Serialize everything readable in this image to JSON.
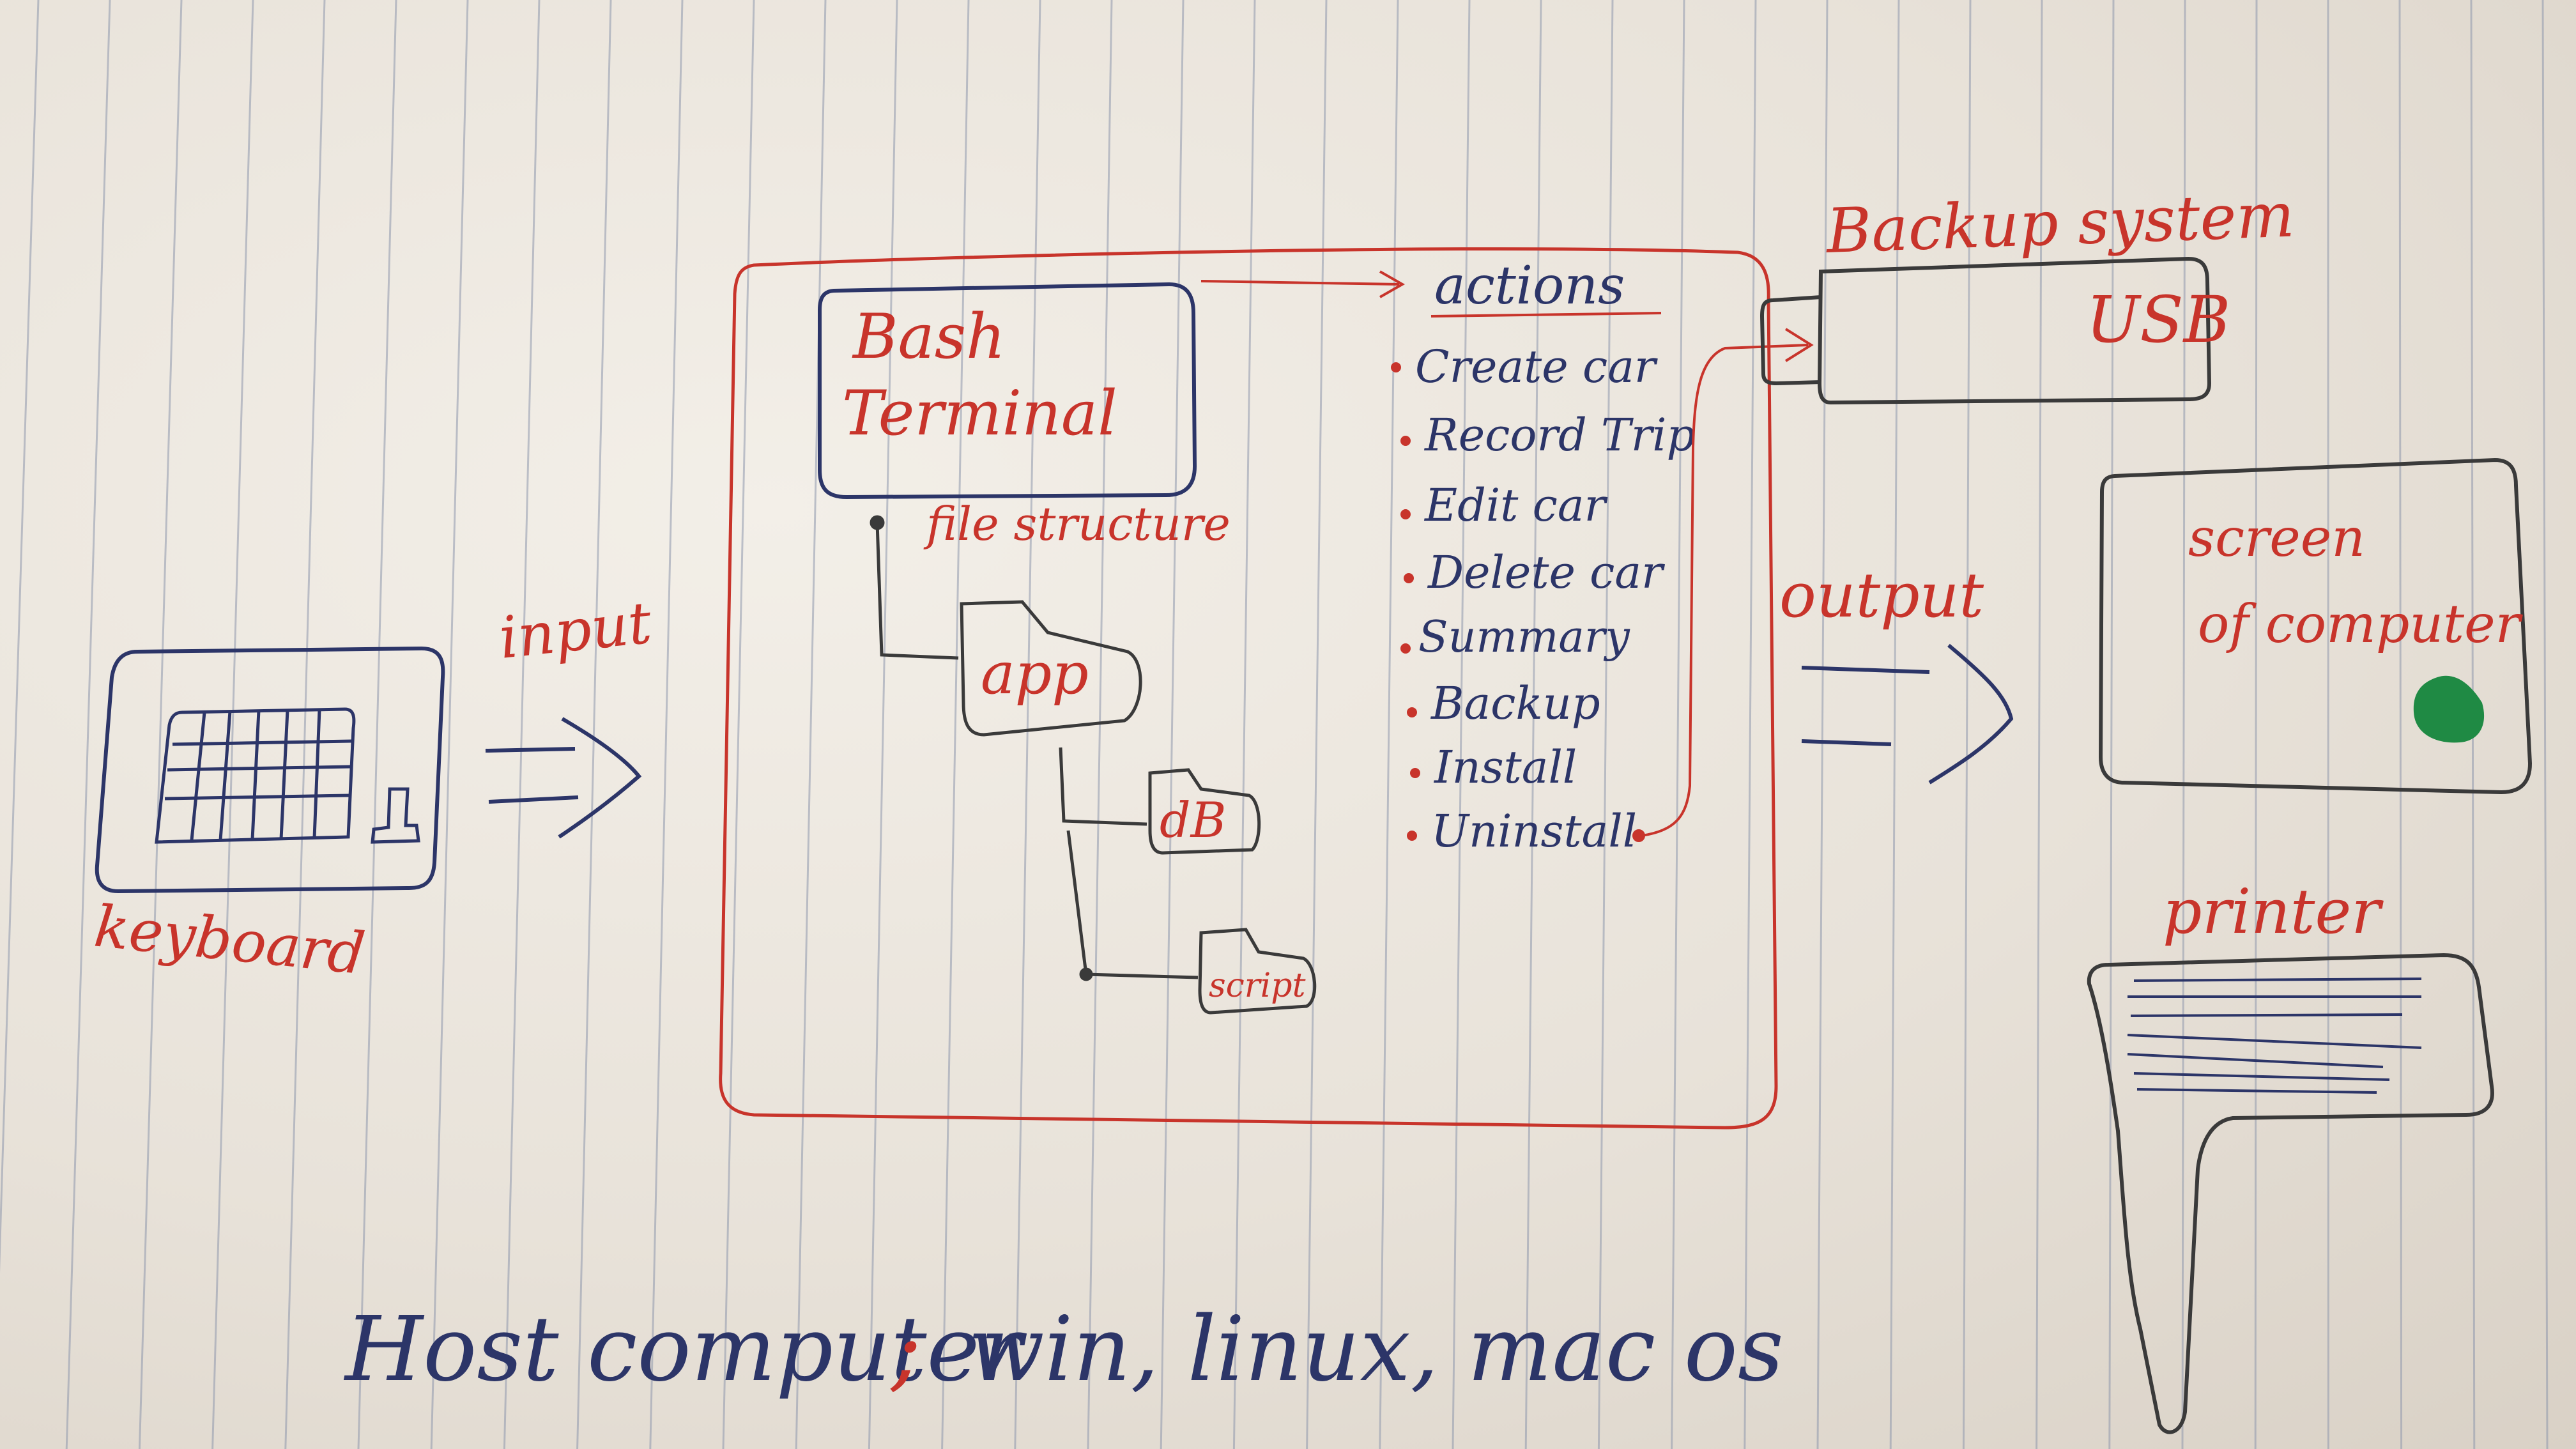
{
  "labels": {
    "bash_terminal_line1": "Bash",
    "bash_terminal_line2": "Terminal",
    "file_structure": "file structure",
    "app_folder": "app",
    "db_folder": "dB",
    "script_folder": "script",
    "actions_heading": "actions",
    "input": "input",
    "keyboard": "keyboard",
    "output": "output",
    "backup_system": "Backup system",
    "usb": "USB",
    "screen_line1": "screen",
    "screen_line2": "of computer",
    "printer": "printer",
    "host_prefix": "Host computer",
    "host_separator": ";",
    "host_os_list": "win, linux, mac os"
  },
  "actions": [
    "Create car",
    "Record Trip",
    "Edit car",
    "Delete car",
    "Summary",
    "Backup",
    "Install",
    "Uninstall"
  ],
  "colors": {
    "red_ink": "#c8342b",
    "blue_ink": "#2c3568",
    "dark_ink": "#3a3a3a",
    "green_marker": "#1f8a44",
    "paper": "#ece7df",
    "ruled_line": "#9aa3b8"
  }
}
